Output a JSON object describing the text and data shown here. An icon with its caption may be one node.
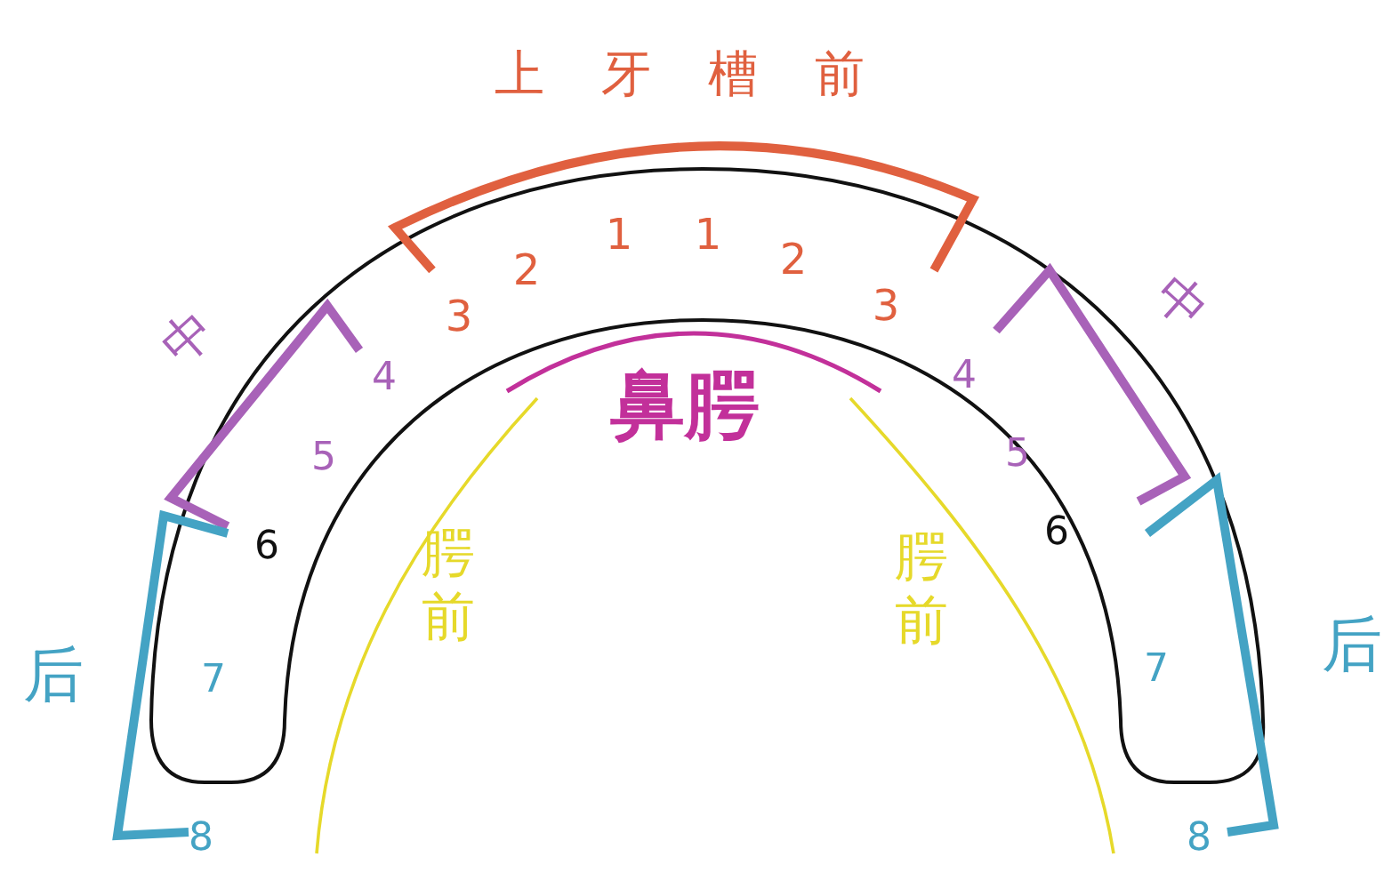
{
  "diagram": {
    "labels": [
      "上牙槽前",
      "3",
      "2",
      "1",
      "1",
      "2",
      "3",
      "中",
      "中",
      "4",
      "4",
      "鼻腭",
      "5",
      "5",
      "6",
      "6",
      "腭前",
      "腭前",
      "后",
      "后",
      "7",
      "7",
      "8",
      "8"
    ]
  }
}
